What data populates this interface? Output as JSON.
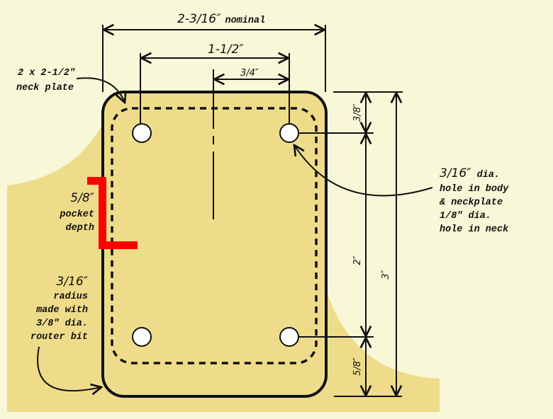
{
  "title": "Neck plate layout",
  "colors": {
    "background": "#f8f7d8",
    "body": "#efdc8a",
    "plate_outline": "#111111",
    "pocket_marker": "#ff0000",
    "holes": "#ffffff"
  },
  "dimensions": {
    "overall_width": {
      "value": "2-3/16″",
      "note": "nominal"
    },
    "hole_spacing_horizontal": "1-1/2″",
    "half_spacing": "3/4″",
    "top_to_hole": "3/8″",
    "hole_spacing_vertical": "2″",
    "hole_to_bottom": "5/8″",
    "overall_height": "3″"
  },
  "annotations": {
    "neck_plate": [
      "2 x 2-1/2″",
      "neck plate"
    ],
    "pocket": {
      "value": "5/8″",
      "lines": [
        "pocket",
        "depth"
      ]
    },
    "radius": {
      "value": "3/16″",
      "lines": [
        "radius",
        "made with",
        "3/8″ dia.",
        "router bit"
      ]
    },
    "holes": {
      "value": "3/16″",
      "value_suffix": " dia.",
      "lines": [
        "hole in body",
        "& neckplate",
        "1/8″ dia.",
        "hole in neck"
      ]
    }
  }
}
